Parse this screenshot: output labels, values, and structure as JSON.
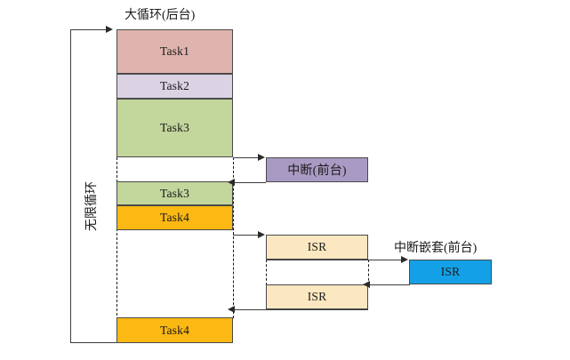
{
  "diagram": {
    "title_main": "大循环(后台)",
    "title_interrupt": "中断(前台)",
    "title_nested": "中断嵌套(前台)",
    "loop_label": "无限循环",
    "tasks": [
      {
        "label": "Task1",
        "color": "#e0b4ae"
      },
      {
        "label": "Task2",
        "color": "#dbd3e4"
      },
      {
        "label": "Task3",
        "color": "#c3d69b"
      },
      {
        "label": "Task3",
        "color": "#c3d69b"
      },
      {
        "label": "Task4",
        "color": "#fcb813"
      },
      {
        "label": "Task4",
        "color": "#fcb813"
      }
    ],
    "interrupt_box": {
      "label": "中断(前台)",
      "color": "#a99ac4"
    },
    "isr_boxes": [
      {
        "label": "ISR",
        "color": "#fbe8c0"
      },
      {
        "label": "ISR",
        "color": "#fbe8c0"
      }
    ],
    "nested_isr": {
      "label": "ISR",
      "color": "#14a0e6"
    },
    "colors": {
      "task1": "#e0b4ae",
      "task2": "#dbd3e4",
      "task3": "#c3d69b",
      "task4": "#fcb813",
      "interrupt": "#a99ac4",
      "isr": "#fbe8c0",
      "nested_isr": "#14a0e6",
      "line": "#3d3d3d"
    }
  }
}
